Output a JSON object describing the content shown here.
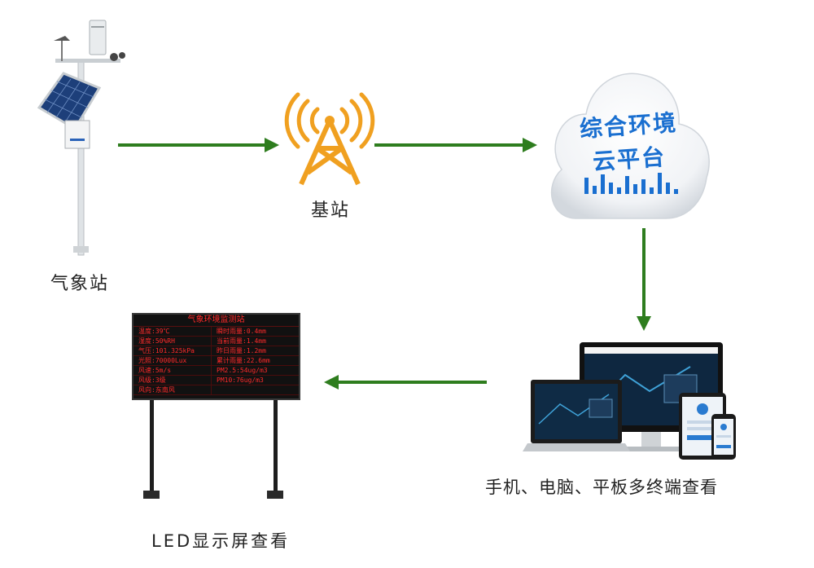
{
  "nodes": {
    "weather_station": {
      "label": "气象站"
    },
    "base_station": {
      "label": "基站"
    },
    "cloud": {
      "line1": "综合环境",
      "line2": "云平台"
    },
    "terminals": {
      "label": "手机、电脑、平板多终端查看"
    },
    "led": {
      "label": "LED显示屏查看"
    }
  },
  "led_board": {
    "title": "气象环境监测站",
    "rows": [
      [
        "温度:39℃",
        "瞬时雨量:0.4mm"
      ],
      [
        "湿度:50%RH",
        "当前雨量:1.4mm"
      ],
      [
        "气压:101.325kPa",
        "昨日雨量:1.2mm"
      ],
      [
        "光照:70000Lux",
        "累计雨量:22.6mm"
      ],
      [
        "风速:5m/s",
        "PM2.5:54ug/m3"
      ],
      [
        "风级:3级",
        "PM10:76ug/m3"
      ],
      [
        "风向:东南风",
        ""
      ]
    ]
  },
  "colors": {
    "arrow": "#2e7d1e",
    "tower": "#f0a020",
    "cloud_text": "#1a6fd0",
    "led_text": "#ff2a2a"
  }
}
